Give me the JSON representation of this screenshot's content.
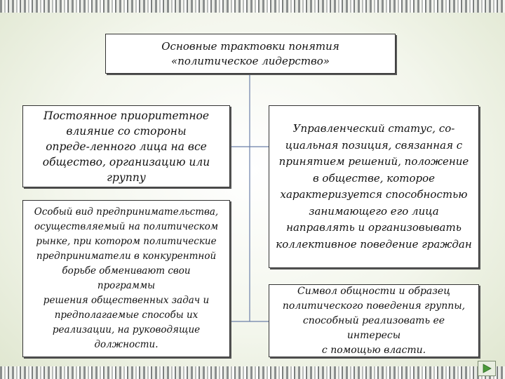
{
  "title": "Основные трактовки понятия «политическое лидерство»",
  "title_lines": [
    "Основные трактовки понятия",
    "«политическое лидерство»"
  ],
  "left_boxes": [
    {
      "lines": [
        "Постоянное приоритетное",
        "влияние со стороны",
        "опреде-ленного лица на все",
        "общество, организацию или",
        "группу"
      ]
    },
    {
      "lines": [
        "Особый вид предпринимательства,",
        "осуществляемый на политическом",
        "рынке, при котором политические",
        "предприниматели в конкурентной",
        "борьбе обменивают свои программы",
        "решения общественных задач и",
        "предполагаемые способы их",
        "реализации, на руководящие",
        "должности."
      ]
    }
  ],
  "right_boxes": [
    {
      "lines": [
        "Управленческий статус, со-",
        "циальная позиция, связанная с",
        "принятием решений, положение",
        "в обществе, которое",
        "характеризуется способностью",
        "занимающего его лица",
        "направлять и организовывать",
        "коллективное поведение граждан"
      ]
    },
    {
      "lines": [
        "Символ общности и образец",
        "политического поведения группы,",
        "способный реализовать ее интересы",
        "с помощью власти."
      ]
    }
  ],
  "nav": {
    "icon": "play-arrow-icon",
    "color": "#4a9a3a"
  },
  "colors": {
    "connector": "#6b7fa8",
    "border": "#333333"
  }
}
